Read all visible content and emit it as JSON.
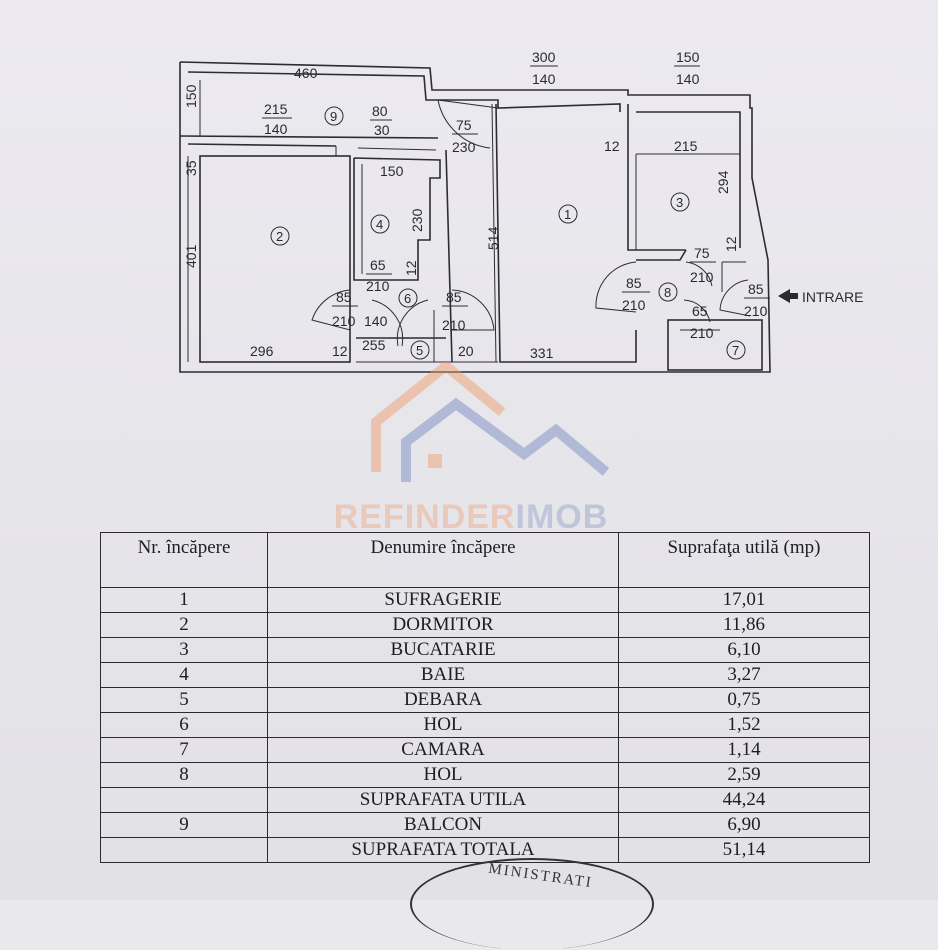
{
  "plan": {
    "dimensions": {
      "d460": "460",
      "d150a": "150",
      "d215_140": [
        "215",
        "140"
      ],
      "d80_30": [
        "80",
        "30"
      ],
      "d75_230": [
        "75",
        "230"
      ],
      "d300_140": [
        "300",
        "140"
      ],
      "d150_140": [
        "150",
        "140"
      ],
      "d35": "35",
      "d150b": "150",
      "d12a": "12",
      "d215b": "215",
      "d294": "294",
      "d401": "401",
      "d230": "230",
      "d514": "514",
      "d65_210a": [
        "65",
        "210"
      ],
      "d12b": "12",
      "d75_210": [
        "75",
        "210"
      ],
      "d12c": "12",
      "d85_210_l": [
        "85",
        "210"
      ],
      "d140": "140",
      "d85_210_m": [
        "85",
        "210"
      ],
      "d85_210_r": [
        "85",
        "210"
      ],
      "d65_210b": [
        "65",
        "210"
      ],
      "d85_210_e": [
        "85",
        "210"
      ],
      "d296": "296",
      "d12d": "12",
      "d255": "255",
      "d20": "20",
      "d331": "331"
    },
    "room_numbers": [
      "1",
      "2",
      "3",
      "4",
      "5",
      "6",
      "7",
      "8",
      "9"
    ],
    "entrance_label": "INTRARE"
  },
  "watermark": {
    "part1": "REFINDER",
    "part2": "IMOB"
  },
  "table": {
    "headers": [
      "Nr. încăpere",
      "Denumire încăpere",
      "Suprafaţa utilă (mp)"
    ],
    "rows": [
      [
        "1",
        "SUFRAGERIE",
        "17,01"
      ],
      [
        "2",
        "DORMITOR",
        "11,86"
      ],
      [
        "3",
        "BUCATARIE",
        "6,10"
      ],
      [
        "4",
        "BAIE",
        "3,27"
      ],
      [
        "5",
        "DEBARA",
        "0,75"
      ],
      [
        "6",
        "HOL",
        "1,52"
      ],
      [
        "7",
        "CAMARA",
        "1,14"
      ],
      [
        "8",
        "HOL",
        "2,59"
      ],
      [
        "",
        "SUPRAFATA UTILA",
        "44,24"
      ],
      [
        "9",
        "BALCON",
        "6,90"
      ],
      [
        "",
        "SUPRAFATA TOTALA",
        "51,14"
      ]
    ]
  },
  "stamp_text": "MINISTRATI"
}
